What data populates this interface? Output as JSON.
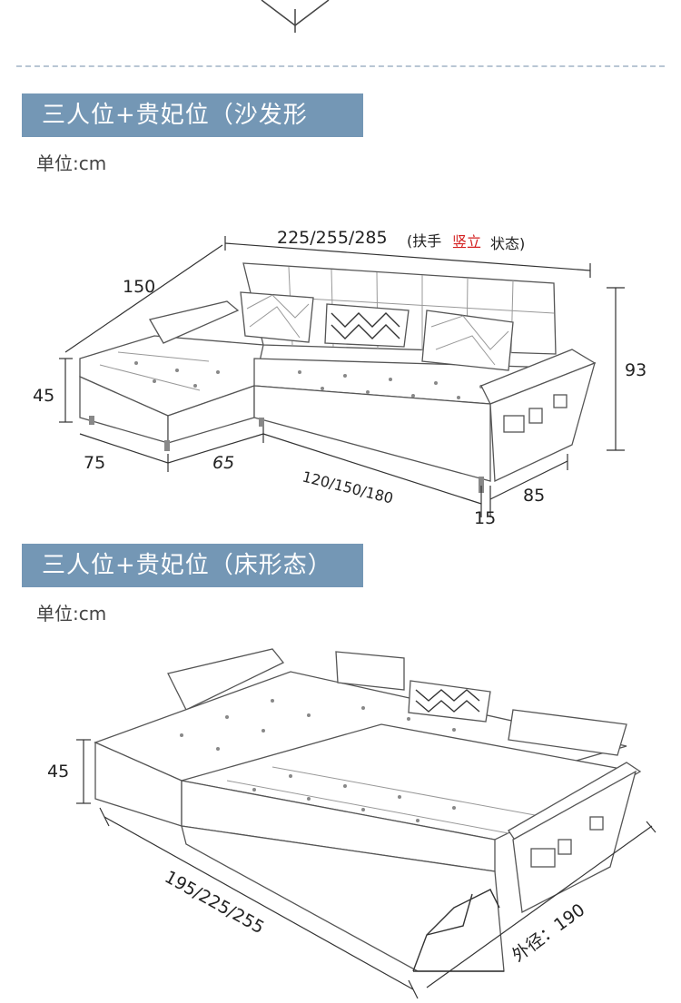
{
  "sections": [
    {
      "title": "三人位+贵妃位（沙发形态）",
      "unit": "单位:cm",
      "dimensions": {
        "width": "225/255/285",
        "width_note_prefix": "(扶手",
        "width_note_red": "竖立",
        "width_note_suffix": "状态)",
        "depth_chaise": "150",
        "seat_height": "45",
        "height": "93",
        "chaise_width": "75",
        "gap": "65",
        "seat_length": "120/150/180",
        "arm_depth": "85",
        "leg": "15"
      }
    },
    {
      "title": "三人位+贵妃位（床形态）",
      "unit": "单位:cm",
      "dimensions": {
        "height": "45",
        "length": "195/225/255",
        "outer_width": "外径：190"
      }
    }
  ],
  "colors": {
    "banner": "#7497b5",
    "accent_red": "#d42020"
  }
}
